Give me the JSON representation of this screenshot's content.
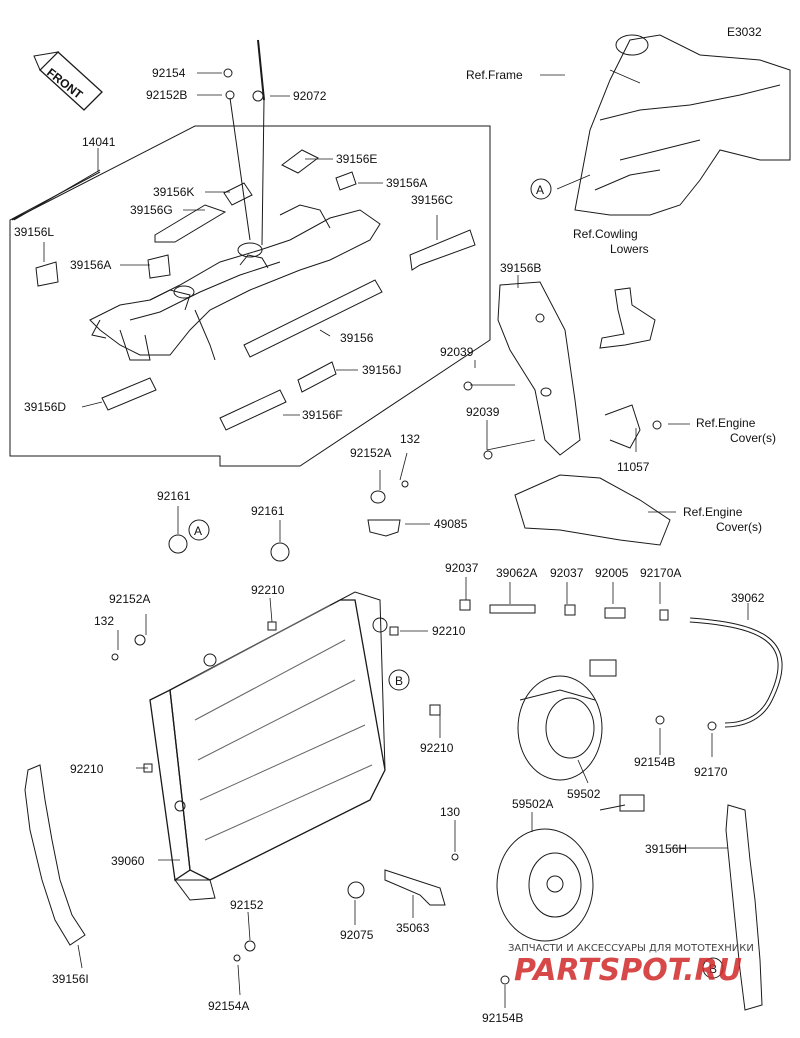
{
  "diagram_id": "E3032",
  "front_label": "FRONT",
  "parts": {
    "p14041": "14041",
    "p92154_top": "92154",
    "p92152B": "92152B",
    "p92072": "92072",
    "p39156E": "39156E",
    "p39156K": "39156K",
    "p39156A_top": "39156A",
    "p39156G": "39156G",
    "p39156C": "39156C",
    "p39156L": "39156L",
    "p39156A_left": "39156A",
    "p39156": "39156",
    "p39156J": "39156J",
    "p39156D": "39156D",
    "p39156F": "39156F",
    "p39156B": "39156B",
    "p92039_a": "92039",
    "p92039_b": "92039",
    "p11057": "11057",
    "p92152A_top": "92152A",
    "p132_top": "132",
    "p92161_a": "92161",
    "p92161_b": "92161",
    "p49085": "49085",
    "p92210_a": "92210",
    "p92210_b": "92210",
    "p92210_c": "92210",
    "p92210_d": "92210",
    "p92152A_left": "92152A",
    "p132_left": "132",
    "p92037_a": "92037",
    "p39062A": "39062A",
    "p92037_b": "92037",
    "p92005": "92005",
    "p92170A": "92170A",
    "p39062": "39062",
    "p92154B_a": "92154B",
    "p92170": "92170",
    "p59502": "59502",
    "p130": "130",
    "p59502A": "59502A",
    "p39156H": "39156H",
    "p39060": "39060",
    "p92152": "92152",
    "p92075": "92075",
    "p35063": "35063",
    "p39156I": "39156I",
    "p92154A": "92154A",
    "p92154B_b": "92154B"
  },
  "refs": {
    "frame": "Ref.Frame",
    "cowling_1": "Ref.Cowling",
    "cowling_2": "Lowers",
    "engine_a_1": "Ref.Engine",
    "engine_a_2": "Cover(s)",
    "engine_b_1": "Ref.Engine",
    "engine_b_2": "Cover(s)"
  },
  "markers": {
    "a_top": "A",
    "a_left": "A",
    "b_rad": "B",
    "b_side": "B"
  },
  "watermark": {
    "line1": "ЗАПЧАСТИ И АКСЕССУАРЫ ДЛЯ МОТОТЕХНИКИ",
    "line2": "PARTSPOT.RU"
  },
  "colors": {
    "line": "#1a1a1a",
    "watermark": "#d12a2a"
  }
}
